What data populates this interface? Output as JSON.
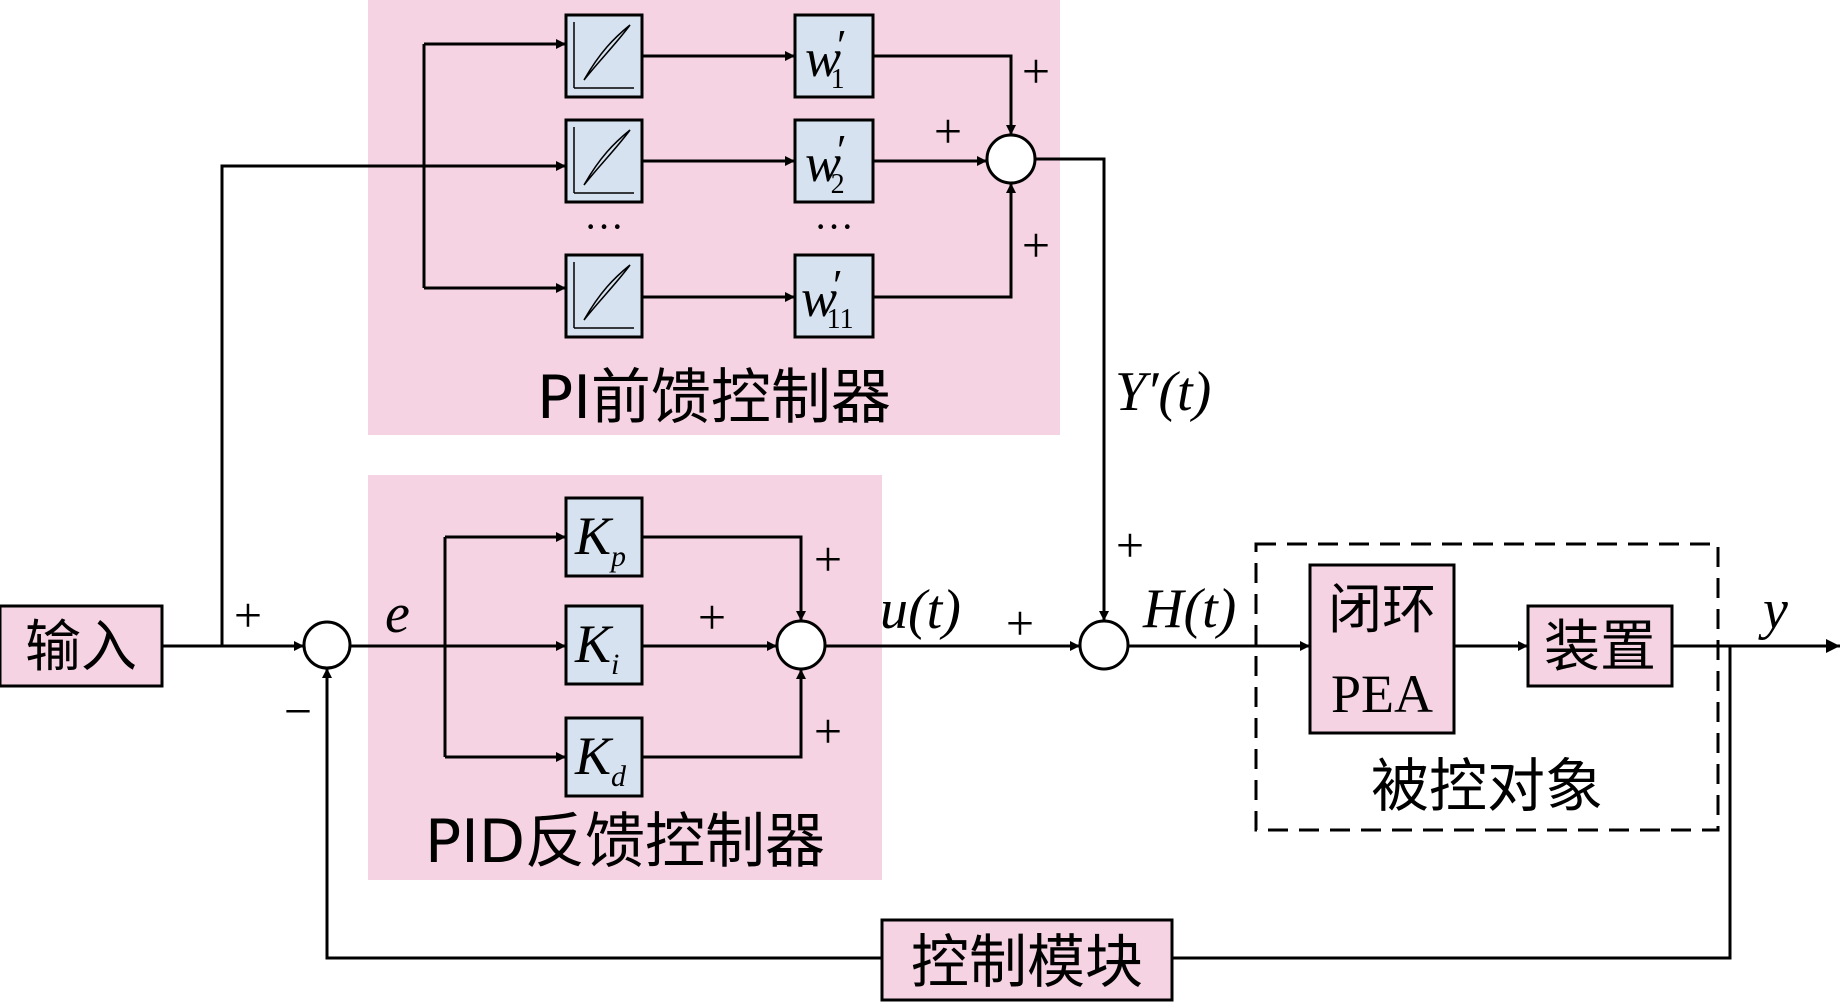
{
  "pi_controller": {
    "title": "PI前馈控制器",
    "weights": [
      {
        "base": "w",
        "prime": "′",
        "sub": "1"
      },
      {
        "base": "w",
        "prime": "′",
        "sub": "2"
      },
      {
        "base": "w",
        "prime": "′",
        "sub": "11"
      }
    ],
    "ellipsis": "···",
    "output_label": "Y′(t)"
  },
  "pid_controller": {
    "title": "PID反馈控制器",
    "gains": [
      {
        "base": "K",
        "sub": "p"
      },
      {
        "base": "K",
        "sub": "i"
      },
      {
        "base": "K",
        "sub": "d"
      }
    ],
    "output_label": "u(t)"
  },
  "input_label": "输入",
  "error_label": "e",
  "sum_output_label": "H(t)",
  "plant": {
    "group_label": "被控对象",
    "pea_line1": "闭环",
    "pea_line2": "PEA",
    "device": "装置"
  },
  "output_label": "y",
  "feedback_block": "控制模块",
  "signs": {
    "plus": "+",
    "minus": "−"
  },
  "colors": {
    "block_fill": "#f5d3e2",
    "hyst_fill": "#d6e2f0",
    "line": "#000000"
  }
}
